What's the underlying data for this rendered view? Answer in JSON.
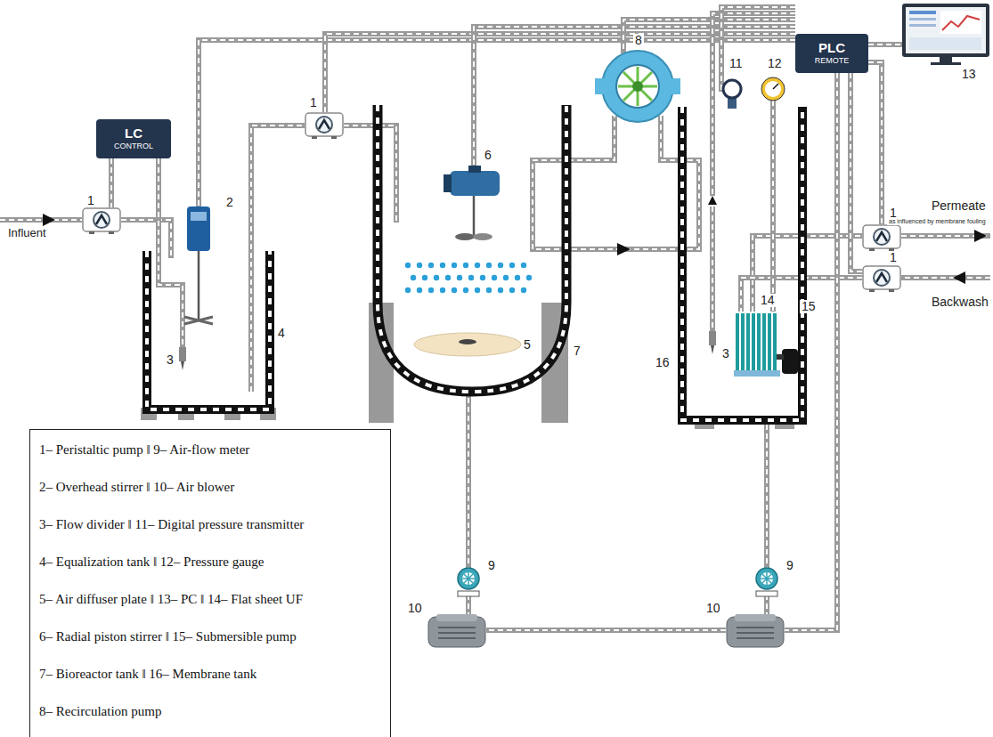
{
  "diagram": {
    "nodes": [
      {
        "text": [
          "LC",
          "CONTROL"
        ]
      },
      {
        "text": [
          "PLC",
          "REMOTE"
        ]
      },
      {
        "text": [
          "1– Peristaltic pump ‖ 9– Air-flow meter",
          "2– Overhead stirrer ‖ 10– Air blower",
          "3– Flow divider ‖ 11– Digital pressure transmitter",
          "4– Equalization tank ‖ 12– Pressure gauge",
          "5– Air diffuser plate ‖ 13– PC ‖ 14– Flat sheet UF",
          "6– Radial piston stirrer ‖ 15– Submersible pump",
          "7– Bioreactor tank ‖ 16– Membrane tank",
          "8– Recirculation pump"
        ]
      }
    ],
    "labels": [
      "1",
      "2",
      "3",
      "4",
      "1",
      "6",
      "5",
      "7",
      "8",
      "11",
      "12",
      "1",
      "1",
      "Permeate",
      "as influenced by membrane fouling",
      "Backwash",
      "3",
      "16",
      "14",
      "15",
      "9",
      "9",
      "10",
      "10",
      "13",
      "Influent"
    ]
  }
}
